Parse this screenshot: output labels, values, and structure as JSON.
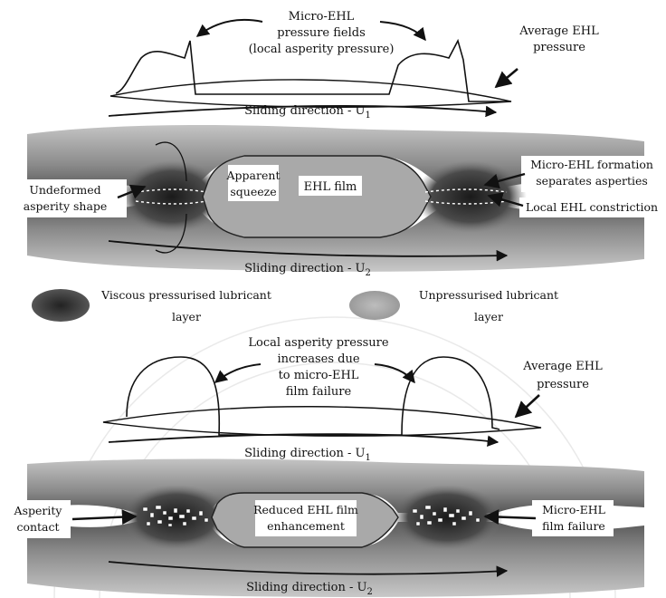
{
  "top_panel": {
    "micro_ehl": [
      "Micro-EHL",
      "pressure fields",
      "(local asperity pressure)"
    ],
    "average_ehl": [
      "Average EHL",
      "pressure"
    ],
    "sliding_u1": "Sliding direction - U",
    "sliding_u1_sub": "1",
    "apparent_squeeze": [
      "Apparent",
      "squeeze"
    ],
    "ehl_film": "EHL film",
    "undeformed": [
      "Undeformed",
      "asperity shape"
    ],
    "micro_ehl_formation": [
      "Micro-EHL formation",
      "separates asperties"
    ],
    "local_constriction": "Local EHL constriction",
    "sliding_u2": "Sliding direction - U",
    "sliding_u2_sub": "2"
  },
  "legend": {
    "viscous": [
      "Viscous pressurised lubricant",
      "layer"
    ],
    "unpressurised": [
      "Unpressurised lubricant",
      "layer"
    ]
  },
  "bottom_panel": {
    "local_asperity": [
      "Local asperity pressure",
      "increases due",
      "to micro-EHL",
      "film failure"
    ],
    "average_ehl": [
      "Average EHL",
      "pressure"
    ],
    "sliding_u1": "Sliding direction - U",
    "sliding_u1_sub": "1",
    "asperity_contact": [
      "Asperity",
      "contact"
    ],
    "reduced_film": [
      "Reduced EHL film",
      "enhancement"
    ],
    "micro_failure": [
      "Micro-EHL",
      "film failure"
    ],
    "sliding_u2": "Sliding direction - U",
    "sliding_u2_sub": "2"
  }
}
